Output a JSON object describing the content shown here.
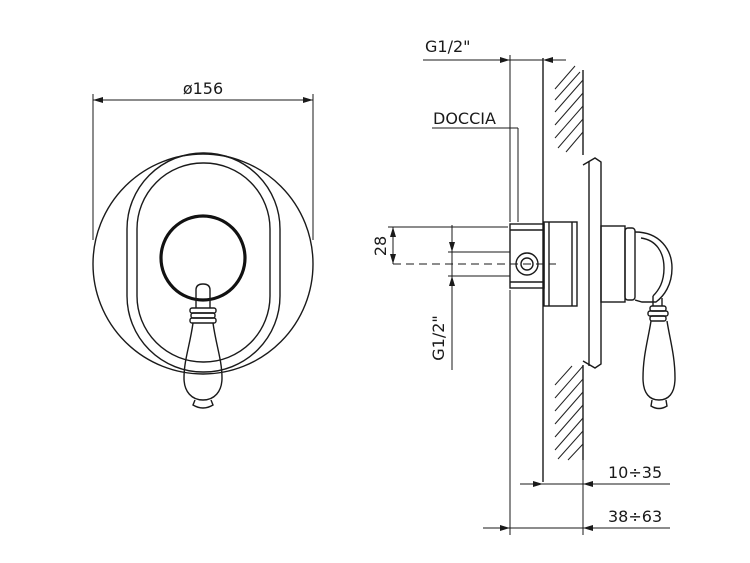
{
  "front_view": {
    "diameter_label": "ø156"
  },
  "side_view": {
    "thread_top_label": "G1/2\"",
    "outlet_label": "DOCCIA",
    "offset_label": "28",
    "thread_left_label": "G1/2\"",
    "range_small_label": "10÷35",
    "range_large_label": "38÷63"
  }
}
